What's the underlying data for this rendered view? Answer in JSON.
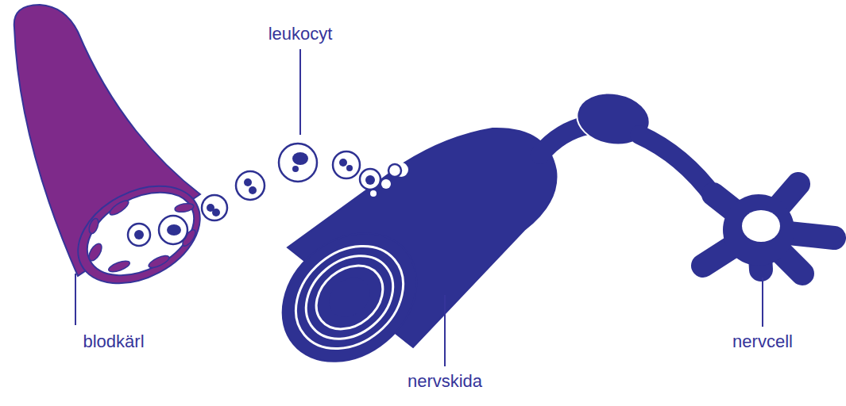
{
  "diagram": {
    "labels": [
      "leukocyt",
      "blodkärl",
      "nervskida",
      "nervcell"
    ]
  }
}
